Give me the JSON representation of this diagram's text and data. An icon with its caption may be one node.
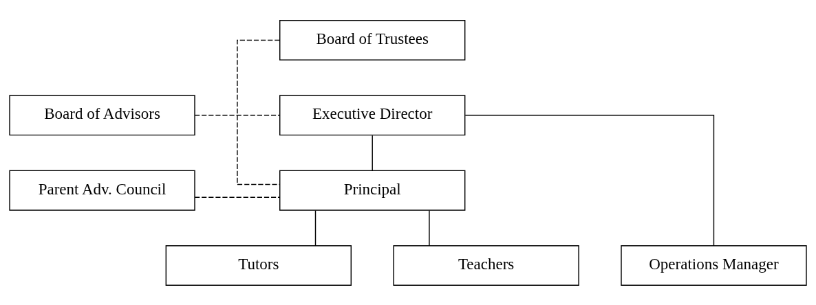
{
  "diagram": {
    "nodes": [
      {
        "text": [
          "Board of Trustees"
        ]
      },
      {
        "text": [
          "Board of Advisors"
        ]
      },
      {
        "text": [
          "Executive Director"
        ]
      },
      {
        "text": [
          "Parent Adv. Council"
        ]
      },
      {
        "text": [
          "Principal"
        ]
      },
      {
        "text": [
          "Tutors"
        ]
      },
      {
        "text": [
          "Teachers"
        ]
      },
      {
        "text": [
          "Operations Manager"
        ]
      }
    ],
    "edges": [
      {
        "from": 0,
        "to": 4,
        "arrow": "none",
        "style": "dashed"
      },
      {
        "from": 1,
        "to": 2,
        "arrow": "none",
        "style": "dashed"
      },
      {
        "from": 2,
        "to": 4,
        "arrow": "none"
      },
      {
        "from": 2,
        "to": 7,
        "arrow": "none"
      },
      {
        "from": 3,
        "to": 4,
        "arrow": "none",
        "style": "dashed"
      },
      {
        "from": 4,
        "to": 5,
        "arrow": "none"
      },
      {
        "from": 4,
        "to": 6,
        "arrow": "none"
      }
    ]
  }
}
